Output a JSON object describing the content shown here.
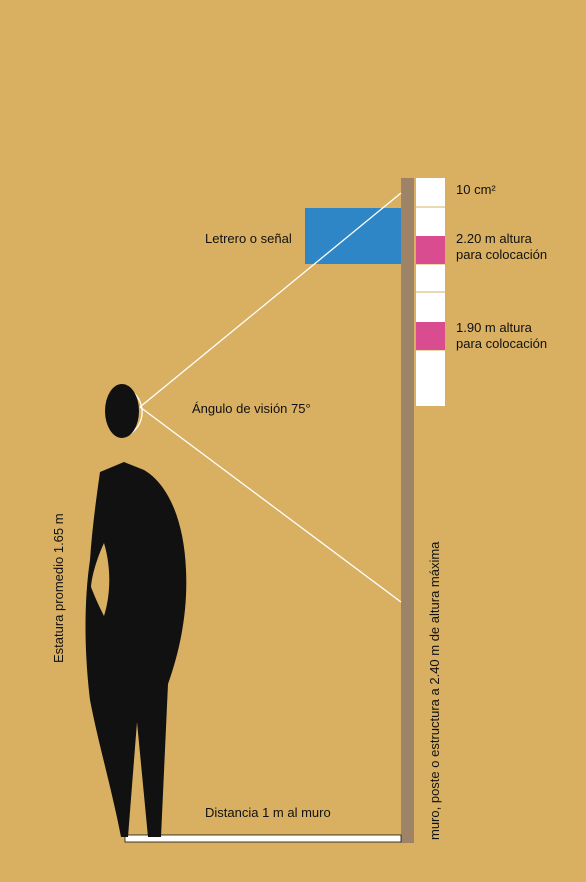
{
  "labels": {
    "sign": "Letrero o señal",
    "angle": "Ángulo de visión 75°",
    "scale_unit": "10 cm²",
    "height_220_line1": "2.20 m altura",
    "height_220_line2": "para colocación",
    "height_190_line1": "1.90 m altura",
    "height_190_line2": "para colocación",
    "stature": "Estatura promedio 1.65 m",
    "wall": "muro, poste o estructura a 2.40 m de altura máxima",
    "distance": "Distancia 1 m al muro"
  },
  "colors": {
    "background": "#d9b061",
    "sign": "#2f86c6",
    "marker": "#d94d90",
    "wall": "#9e8366",
    "figure": "#111111",
    "lines": "#ffffff"
  }
}
